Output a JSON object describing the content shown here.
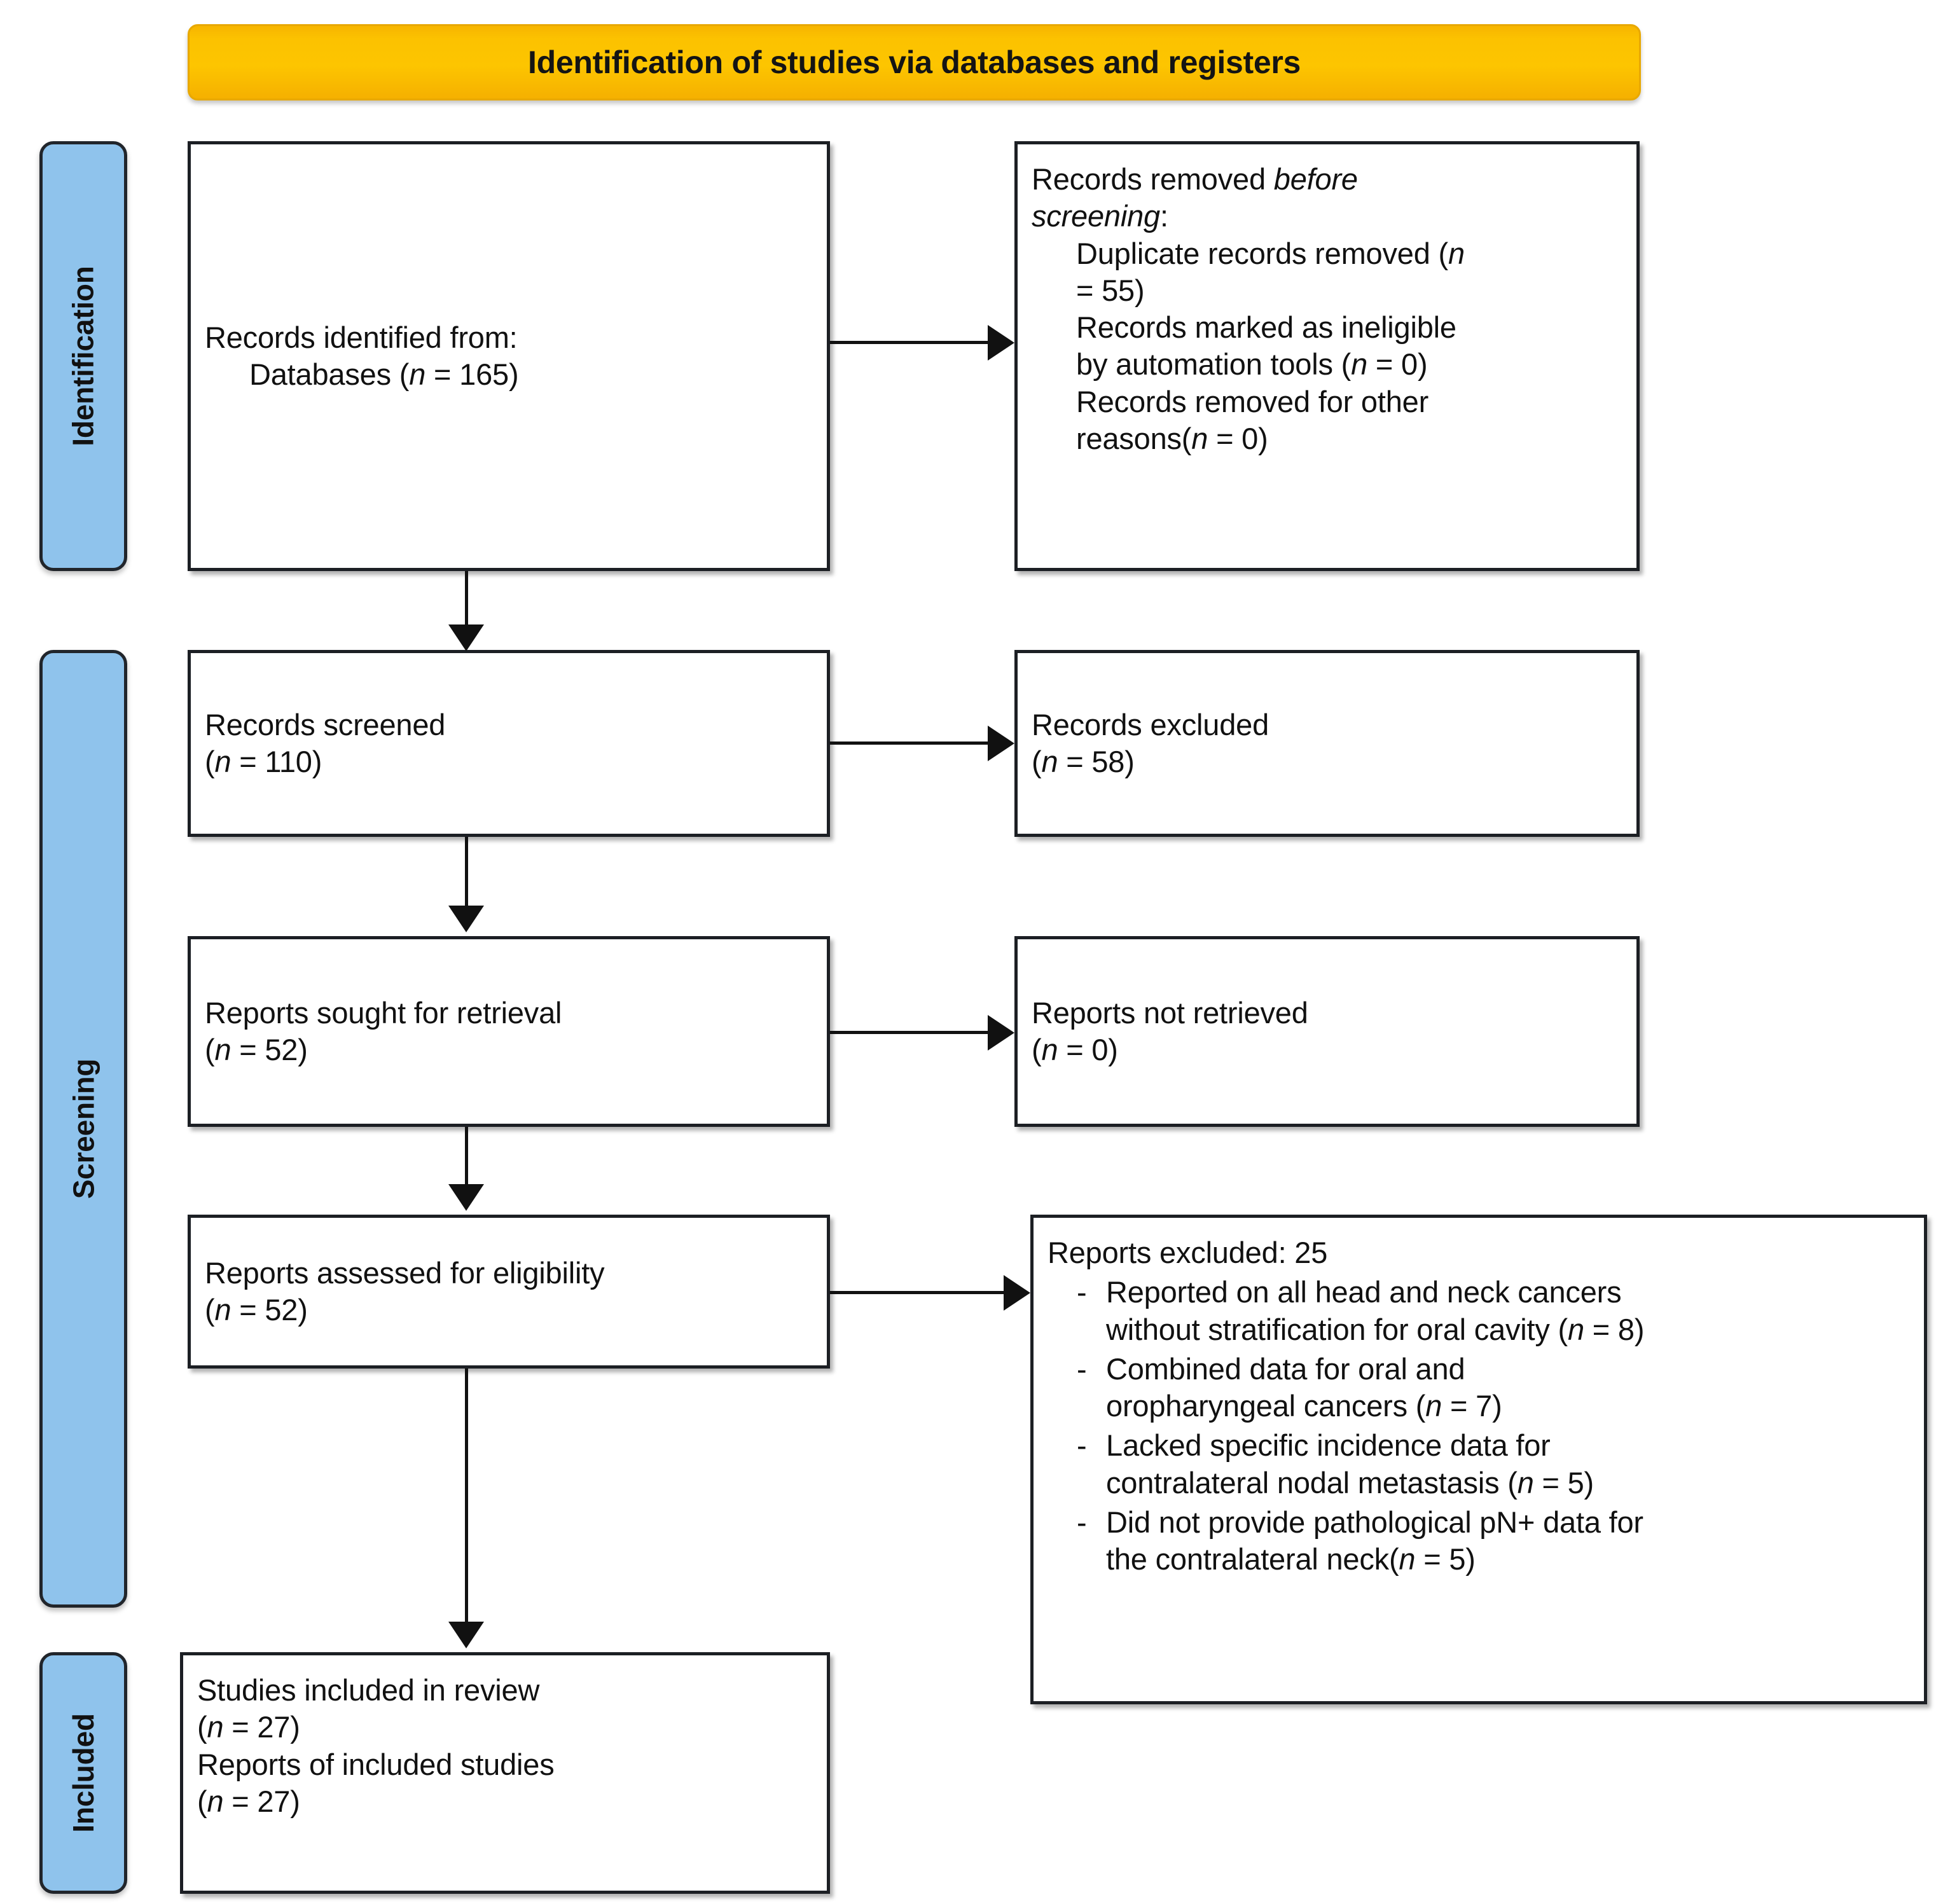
{
  "banner": {
    "title": "Identification of studies via databases and registers",
    "color": "#fcc200"
  },
  "stages": [
    {
      "id": "identification",
      "label": "Identification"
    },
    {
      "id": "screening",
      "label": "Screening"
    },
    {
      "id": "included",
      "label": "Included"
    }
  ],
  "boxes": {
    "identified": {
      "line1": "Records identified from:",
      "line2_prefix": "Databases (",
      "line2_n": "n",
      "line2_suffix": " = 165)"
    },
    "removed": {
      "line1_prefix": "Records removed ",
      "line1_italic": "before",
      "line2_italic": "screening",
      "line2_suffix": ":",
      "item1_a": "Duplicate records removed (",
      "item1_n": "n",
      "item1_b": "= 55)",
      "item2_a": "Records marked as ineligible",
      "item2_b": "by automation tools (",
      "item2_n": "n",
      "item2_c": " = 0)",
      "item3_a": "Records removed for other",
      "item3_b": "reasons(",
      "item3_n": "n",
      "item3_c": " = 0)"
    },
    "screened": {
      "line1": "Records screened",
      "line2_open": "(",
      "line2_n": "n",
      "line2_rest": " = 110)"
    },
    "records_excluded": {
      "line1": "Records excluded",
      "line2_open": "(",
      "line2_n": "n",
      "line2_rest": " = 58)"
    },
    "sought": {
      "line1": "Reports sought for retrieval",
      "line2_open": "(",
      "line2_n": "n",
      "line2_rest": " = 52)"
    },
    "not_retrieved": {
      "line1": "Reports not retrieved",
      "line2_open": "(",
      "line2_n": "n",
      "line2_rest": " = 0)"
    },
    "assessed": {
      "line1": "Reports assessed for eligibility",
      "line2_open": "(",
      "line2_n": "n",
      "line2_rest": " = 52)"
    },
    "reports_excluded": {
      "heading": "Reports excluded: 25",
      "bullet_marker": "-",
      "items": [
        {
          "l1": "Reported on all head and neck cancers",
          "l2a": "without stratification for oral cavity (",
          "n": "n",
          "l2b": " = 8)"
        },
        {
          "l1": "Combined data for oral and",
          "l2a": "oropharyngeal cancers (",
          "n": "n",
          "l2b": " = 7)"
        },
        {
          "l1": "Lacked specific incidence data for",
          "l2a": "contralateral nodal metastasis (",
          "n": "n",
          "l2b": " = 5)"
        },
        {
          "l1": "Did not provide pathological pN+ data for",
          "l2a": "the contralateral neck(",
          "n": "n",
          "l2b": " = 5)"
        }
      ]
    },
    "included": {
      "line1": "Studies included in review",
      "line2_open": "(",
      "line2_n": "n",
      "line2_rest": " = 27)",
      "line3": "Reports of included studies",
      "line4_open": "(",
      "line4_n": "n",
      "line4_rest": " = 27)"
    }
  }
}
